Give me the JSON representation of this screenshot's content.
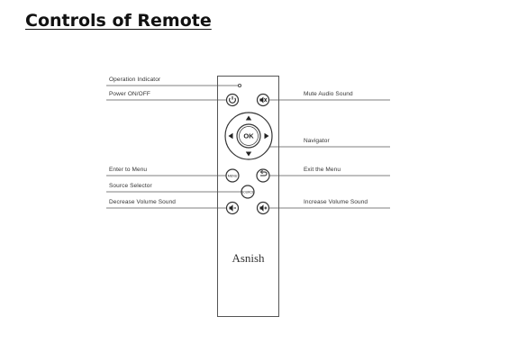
{
  "page": {
    "title": "Controls of Remote"
  },
  "remote": {
    "brand": "Asnish",
    "buttons": {
      "ok_label": "OK",
      "menu_label": "MENU",
      "source_label": "SOURCE"
    }
  },
  "callouts": {
    "operation_indicator": "Operation Indicator",
    "power": "Power ON/OFF",
    "mute": "Mute Audio Sound",
    "navigator": "Navigator",
    "enter_menu": "Enter to Menu",
    "exit_menu": "Exit the Menu",
    "source_selector": "Source Selector",
    "decrease_volume": "Decrease Volume Sound",
    "increase_volume": "Increase Volume Sound"
  }
}
